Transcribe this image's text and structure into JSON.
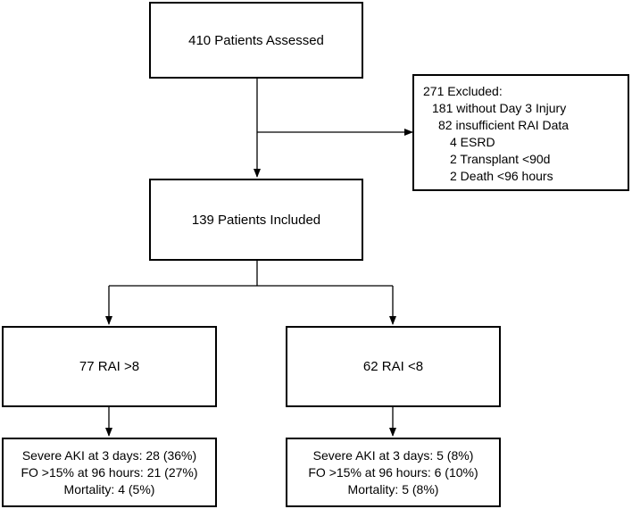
{
  "assessed": "410 Patients Assessed",
  "excluded": {
    "title": "271 Excluded:",
    "items": [
      "181 without Day 3 Injury",
      "82 insufficient RAI Data",
      "4 ESRD",
      "2 Transplant <90d",
      "2 Death <96 hours"
    ]
  },
  "included": "139 Patients Included",
  "groups": [
    {
      "label": "77 RAI >8",
      "outcomes": [
        "Severe AKI at 3 days: 28 (36%)",
        "FO >15% at 96 hours: 21 (27%)",
        "Mortality: 4 (5%)"
      ]
    },
    {
      "label": "62 RAI <8",
      "outcomes": [
        "Severe AKI at 3 days: 5 (8%)",
        "FO >15% at 96 hours: 6 (10%)",
        "Mortality: 5 (8%)"
      ]
    }
  ]
}
